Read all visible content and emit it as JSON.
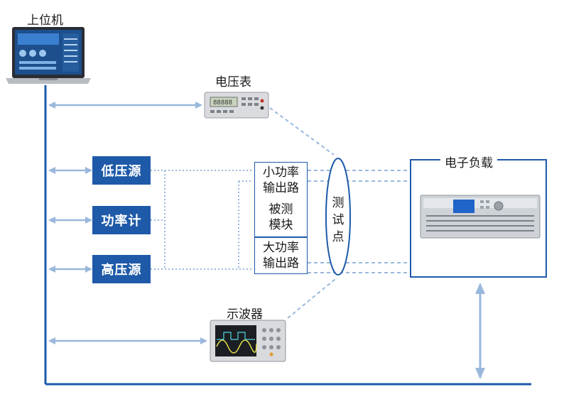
{
  "host_pc": {
    "label": "上位机",
    "icon": "laptop-icon"
  },
  "voltmeter": {
    "label": "电压表",
    "icon": "multimeter-icon"
  },
  "sources": {
    "low_voltage": "低压源",
    "power_meter": "功率计",
    "high_voltage": "高压源"
  },
  "dut_stack": {
    "small_output": [
      "小功率",
      "输出路"
    ],
    "module": [
      "被测",
      "模块"
    ],
    "large_output": [
      "大功率",
      "输出路"
    ]
  },
  "test_point": [
    "测",
    "试",
    "点"
  ],
  "electronic_load": {
    "label": "电子负载",
    "icon": "electronic-load-icon"
  },
  "oscilloscope": {
    "label": "示波器",
    "icon": "oscilloscope-icon"
  },
  "colors": {
    "bus_line": "#1e5aa8",
    "arrow": "#9ab8dc",
    "dashed": "#9ab8dc",
    "source_fill": "#1e5aa8"
  }
}
